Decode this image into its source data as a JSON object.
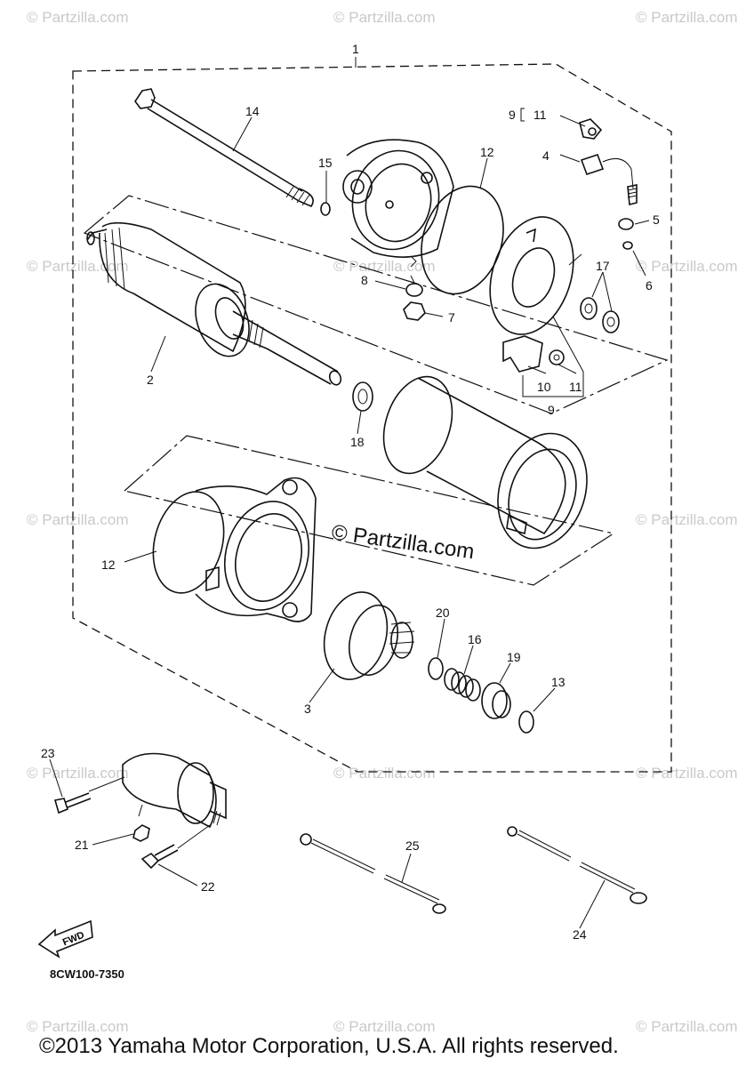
{
  "diagram": {
    "callouts": [
      "1",
      "14",
      "15",
      "12",
      "9",
      "11",
      "4",
      "5",
      "6",
      "8",
      "7",
      "17",
      "2",
      "18",
      "10",
      "11",
      "9",
      "12",
      "20",
      "16",
      "19",
      "13",
      "3",
      "23",
      "21",
      "22",
      "25",
      "24"
    ],
    "bracket_group_label": "9",
    "bracket_group_member": "11",
    "center_watermark": "© Partzilla.com",
    "corner_watermark": "© Partzilla.com",
    "fwd_label": "FWD",
    "diagram_code": "8CW100-7350",
    "copyright": "©2013  Yamaha Motor Corporation, U.S.A. All rights reserved."
  }
}
